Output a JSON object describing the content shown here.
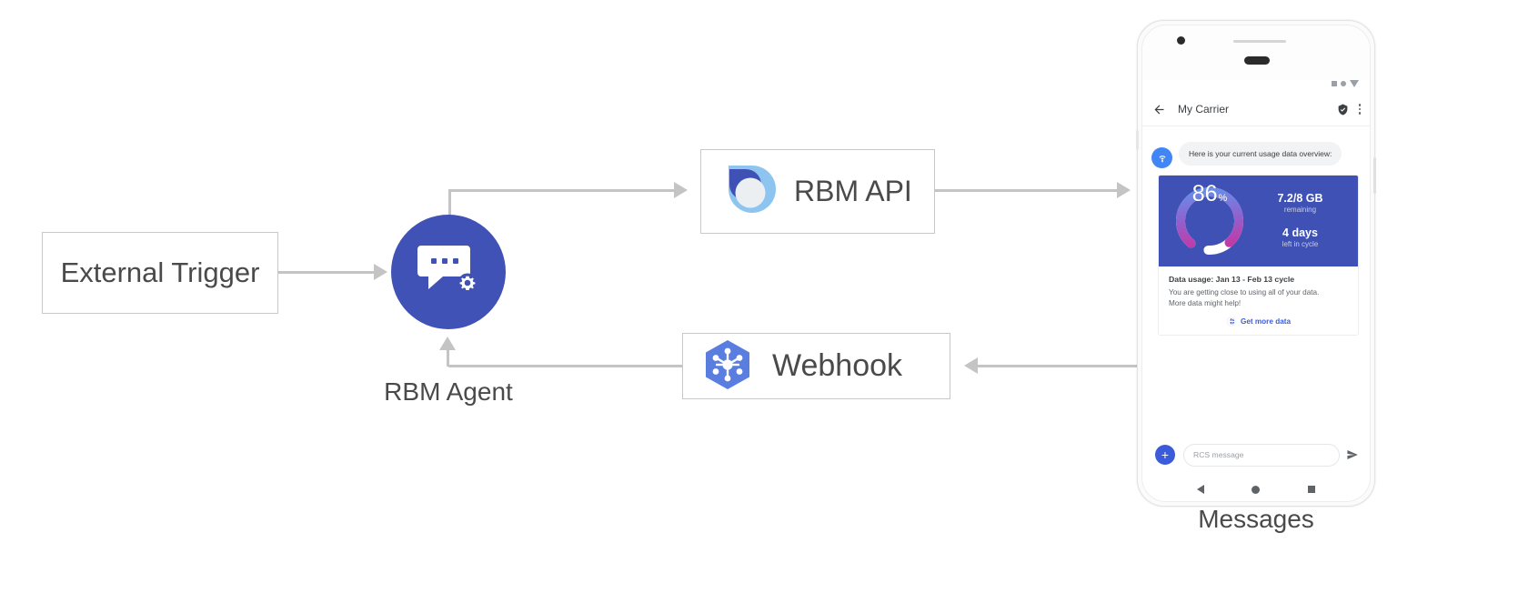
{
  "diagram": {
    "nodes": {
      "external_trigger": {
        "label": "External Trigger"
      },
      "rbm_agent": {
        "caption": "RBM Agent",
        "icon": "chat-gear-icon",
        "color": "#4052b5"
      },
      "rbm_api": {
        "label": "RBM API",
        "icon": "rbm-api-droplet-icon"
      },
      "webhook": {
        "label": "Webhook",
        "icon": "webhook-hexagon-icon"
      },
      "messages": {
        "caption": "Messages"
      }
    },
    "connector_color": "#c4c4c4"
  },
  "phone": {
    "status_bar": {
      "icons": [
        "square-icon",
        "circle-icon",
        "triangle-down-icon"
      ]
    },
    "header": {
      "back_icon": "back-arrow-icon",
      "title": "My Carrier",
      "verified_icon": "verified-shield-icon",
      "overflow_icon": "overflow-menu-icon"
    },
    "chat": {
      "avatar_icon": "rcs-agent-icon",
      "message": "Here is your current usage data overview:",
      "card": {
        "gauge": {
          "percent": "86",
          "percent_symbol": "%",
          "value": 86,
          "track_color": "#ffffff",
          "gradient_from": "#5b9bf0",
          "gradient_to": "#e1218f"
        },
        "data_remaining": "7.2/8 GB",
        "data_remaining_caption": "remaining",
        "days_left": "4 days",
        "days_left_caption": "left in cycle",
        "card_bg": "#3f51b5",
        "title": "Data usage: Jan 13 - Feb 13 cycle",
        "description_line1": "You are getting close to using all of your data.",
        "description_line2": "More data might help!",
        "action_label": "Get more data",
        "action_icon": "globe-icon"
      }
    },
    "composer": {
      "plus_icon": "plus-icon",
      "placeholder": "RCS message",
      "send_icon": "send-icon"
    },
    "nav_bar": {
      "icons": [
        "nav-back-icon",
        "nav-home-icon",
        "nav-recents-icon"
      ]
    }
  }
}
